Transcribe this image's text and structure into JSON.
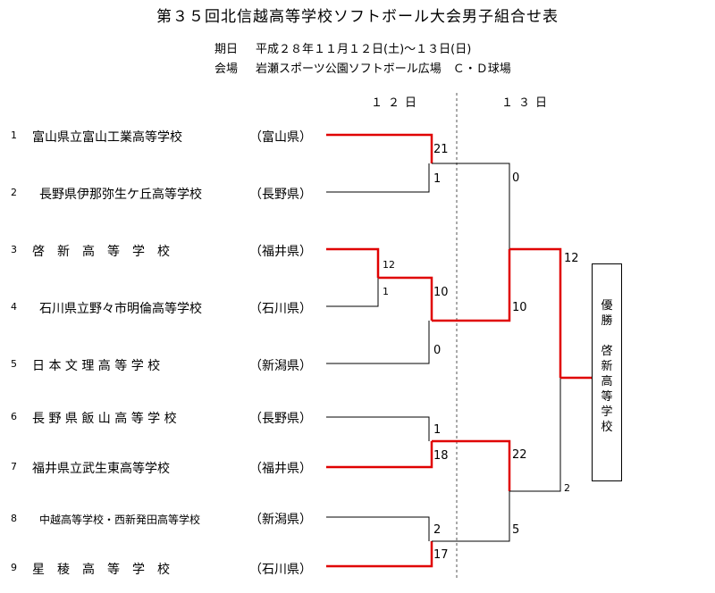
{
  "title": "第３５回北信越高等学校ソフトボール大会男子組合せ表",
  "date_label": "期日",
  "date_value": "平成２８年１１月１２日(土)～１３日(日)",
  "venue_label": "会場",
  "venue_value": "岩瀬スポーツ公園ソフトボール広場　Ｃ・Ｄ球場",
  "day1": "１２日",
  "day2": "１３日",
  "teams": [
    {
      "no": "1",
      "school": "富山県立富山工業高等学校",
      "pref": "（富山県）"
    },
    {
      "no": "2",
      "school": "長野県伊那弥生ケ丘高等学校",
      "pref": "（長野県）"
    },
    {
      "no": "3",
      "school": "啓　新　高　等　学　校",
      "pref": "（福井県）"
    },
    {
      "no": "4",
      "school": "石川県立野々市明倫高等学校",
      "pref": "（石川県）"
    },
    {
      "no": "5",
      "school": "日 本 文 理 高 等 学 校",
      "pref": "（新潟県）"
    },
    {
      "no": "6",
      "school": "長 野 県 飯 山 高 等 学 校",
      "pref": "（長野県）"
    },
    {
      "no": "7",
      "school": "福井県立武生東高等学校",
      "pref": "（福井県）"
    },
    {
      "no": "8",
      "school": "中越高等学校・西新発田高等学校",
      "pref": "（新潟県）"
    },
    {
      "no": "9",
      "school": "星　稜　高　等　学　校",
      "pref": "（石川県）"
    }
  ],
  "scores": {
    "r1a_top": "21",
    "r1a_bot": "1",
    "r1b_top": "12",
    "r1b_bot": "1",
    "r2b_top": "10",
    "r2b_bot": "0",
    "r1c_top": "1",
    "r1c_bot": "18",
    "r1d_top": "2",
    "r1d_bot": "17",
    "sf1_top": "0",
    "sf1_bot": "10",
    "sf2_top": "22",
    "sf2_bot": "5",
    "final_top": "12",
    "final_bot": "2"
  },
  "winner": {
    "label": "優勝",
    "school": "啓新高等学校"
  },
  "colors": {
    "win_line": "#e00000",
    "lose_line": "#000000",
    "divider": "#555555"
  }
}
